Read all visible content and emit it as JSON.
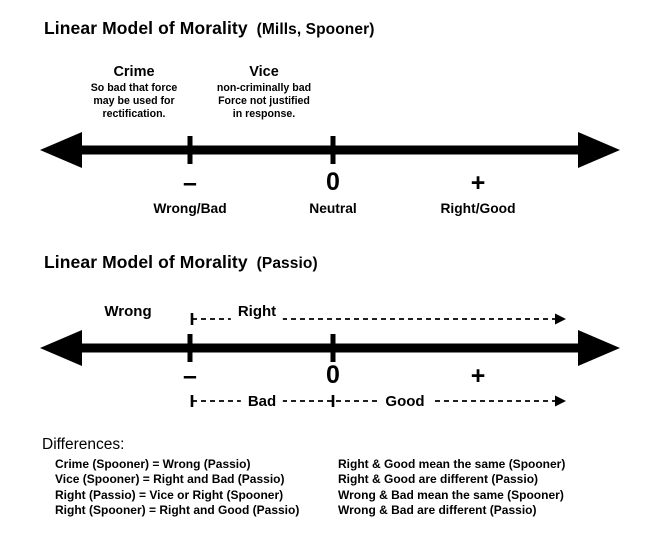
{
  "section1": {
    "title": "Linear Model of Morality",
    "subtitle": "(Mills, Spooner)",
    "crime": {
      "label": "Crime",
      "desc_lines": [
        "So bad that force",
        "may be used for",
        "rectification."
      ]
    },
    "vice": {
      "label": "Vice",
      "desc_lines": [
        "non-criminally bad",
        "Force not justified",
        "in response."
      ]
    },
    "axis": {
      "minus": "–",
      "zero": "0",
      "plus": "+",
      "minus_label": "Wrong/Bad",
      "zero_label": "Neutral",
      "plus_label": "Right/Good"
    }
  },
  "section2": {
    "title": "Linear Model of Morality",
    "subtitle": "(Passio)",
    "wrong_label": "Wrong",
    "right_label": "Right",
    "axis": {
      "minus": "–",
      "zero": "0",
      "plus": "+"
    },
    "bad_label": "Bad",
    "good_label": "Good"
  },
  "differences": {
    "heading": "Differences:",
    "left": [
      "Crime (Spooner) = Wrong (Passio)",
      "Vice (Spooner) = Right and Bad (Passio)",
      "Right (Passio) = Vice or Right (Spooner)",
      "Right (Spooner) = Right and Good (Passio)"
    ],
    "right": [
      "Right & Good mean the same (Spooner)",
      "Right & Good are different (Passio)",
      "Wrong & Bad mean the same (Spooner)",
      "Wrong & Bad are different (Passio)"
    ]
  },
  "colors": {
    "ink": "#000000",
    "background": "#ffffff"
  }
}
